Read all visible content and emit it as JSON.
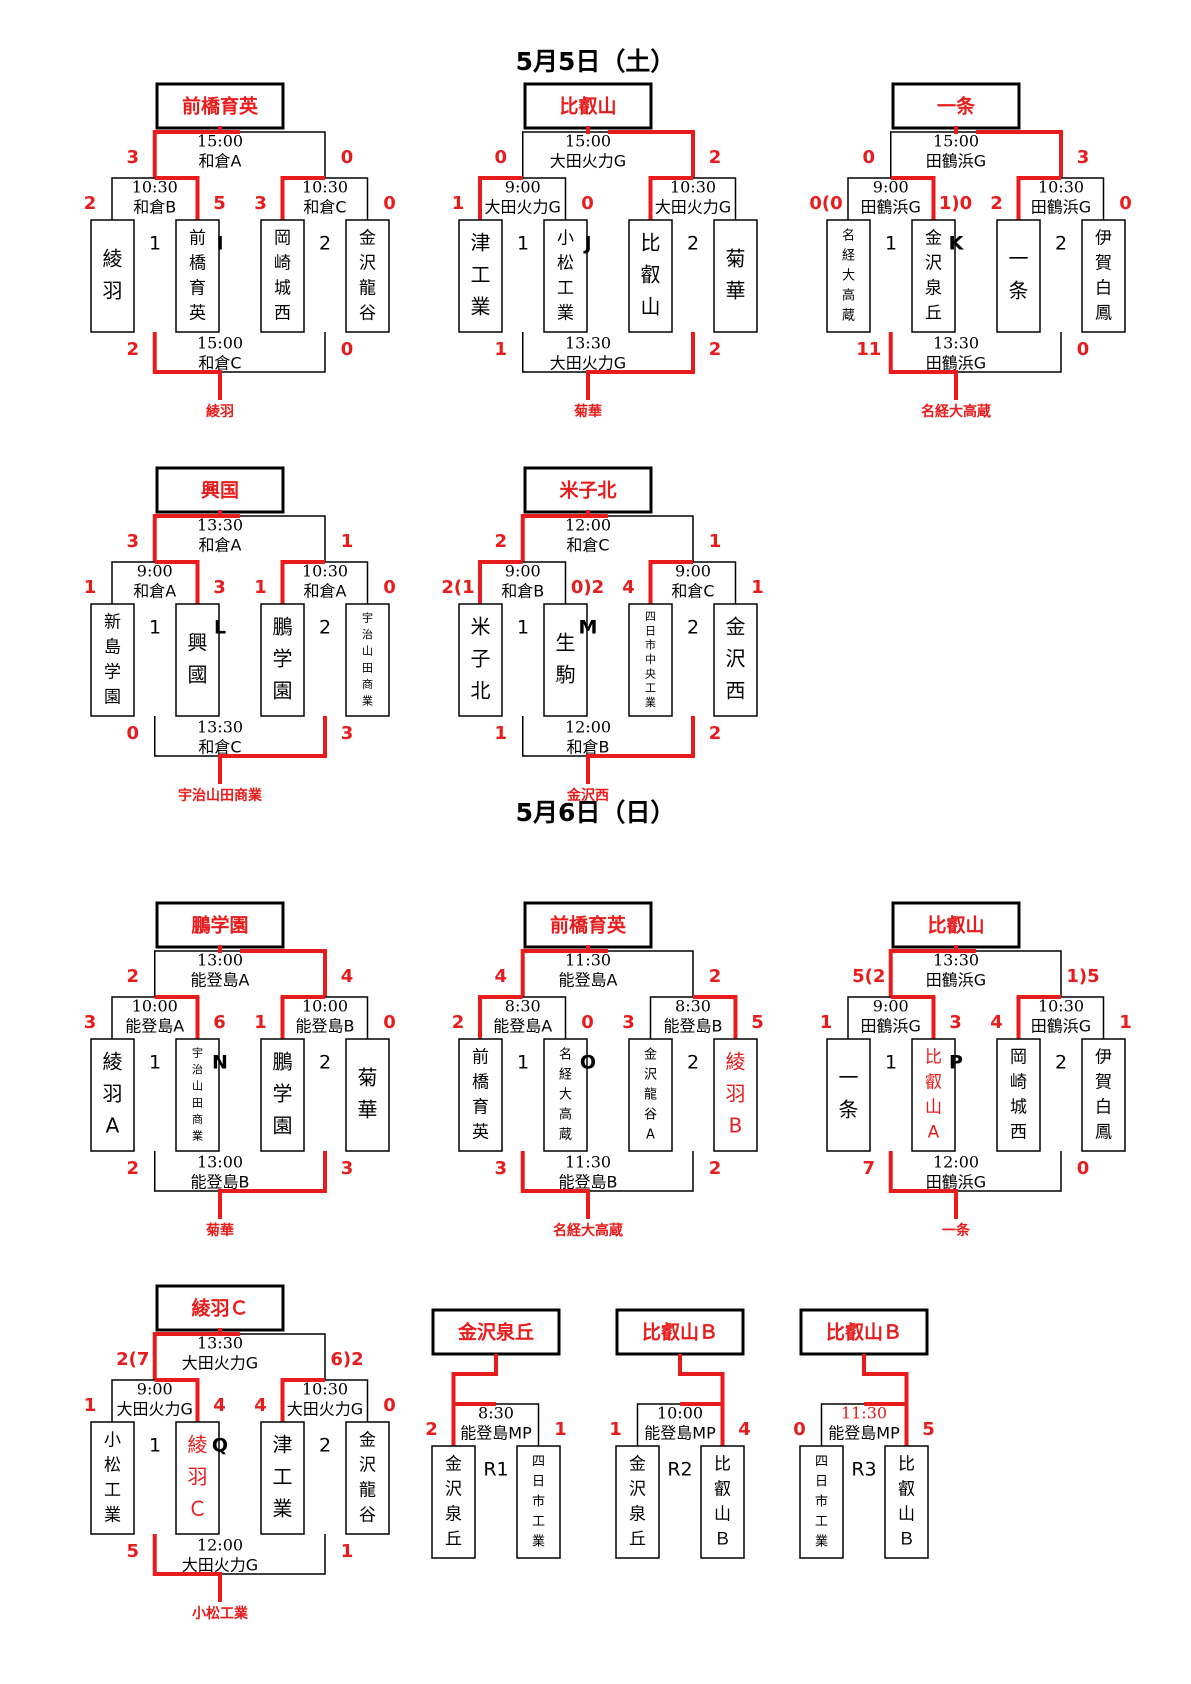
{
  "dates": [
    "5月5日（土）",
    "5月6日（日）"
  ],
  "colors": {
    "accent": "#e81c1c",
    "line": "#000000",
    "text": "#000000"
  },
  "blocks": [
    {
      "winner": "前橋育英",
      "letter": "I",
      "final": {
        "time": "15:00",
        "venue": "和倉A",
        "scoreL": "3",
        "scoreR": "0",
        "hl": "L"
      },
      "left": {
        "time": "10:30",
        "venue": "和倉B",
        "scoreL": "2",
        "scoreR": "5",
        "hl": "R",
        "teams": [
          "綾羽",
          "前橋育英"
        ],
        "num": "1"
      },
      "right": {
        "time": "10:30",
        "venue": "和倉C",
        "scoreL": "3",
        "scoreR": "0",
        "hl": "L",
        "teams": [
          "岡崎城西",
          "金沢龍谷"
        ],
        "num": "2"
      },
      "third": {
        "time": "15:00",
        "venue": "和倉C",
        "scoreL": "2",
        "scoreR": "0",
        "hl": "L",
        "winner": "綾羽"
      }
    },
    {
      "winner": "比叡山",
      "letter": "J",
      "final": {
        "time": "15:00",
        "venue": "大田火力G",
        "scoreL": "0",
        "scoreR": "2",
        "hl": "R"
      },
      "left": {
        "time": "9:00",
        "venue": "大田火力G",
        "scoreL": "1",
        "scoreR": "0",
        "hl": "L",
        "teams": [
          "津工業",
          "小松工業"
        ],
        "num": "1"
      },
      "right": {
        "time": "10:30",
        "venue": "大田火力G",
        "scoreL": "",
        "scoreR": "",
        "hl": "L",
        "teams": [
          "比叡山",
          "菊華"
        ],
        "num": "2"
      },
      "third": {
        "time": "13:30",
        "venue": "大田火力G",
        "scoreL": "1",
        "scoreR": "2",
        "hl": "R",
        "winner": "菊華"
      }
    },
    {
      "winner": "一条",
      "letter": "K",
      "final": {
        "time": "15:00",
        "venue": "田鶴浜G",
        "scoreL": "0",
        "scoreR": "3",
        "hl": "R"
      },
      "left": {
        "time": "9:00",
        "venue": "田鶴浜G",
        "scoreL": "0(0",
        "scoreR": "1)0",
        "hl": "R",
        "teams": [
          "名経大高蔵",
          "金沢泉丘"
        ],
        "num": "1"
      },
      "right": {
        "time": "10:30",
        "venue": "田鶴浜G",
        "scoreL": "2",
        "scoreR": "0",
        "hl": "L",
        "teams": [
          "一条",
          "伊賀白鳳"
        ],
        "num": "2"
      },
      "third": {
        "time": "13:30",
        "venue": "田鶴浜G",
        "scoreL": "11",
        "scoreR": "0",
        "hl": "L",
        "winner": "名経大高蔵"
      }
    },
    {
      "winner": "興国",
      "letter": "L",
      "final": {
        "time": "13:30",
        "venue": "和倉A",
        "scoreL": "3",
        "scoreR": "1",
        "hl": "L"
      },
      "left": {
        "time": "9:00",
        "venue": "和倉A",
        "scoreL": "1",
        "scoreR": "3",
        "hl": "R",
        "teams": [
          "新島学園",
          "興國"
        ],
        "num": "1"
      },
      "right": {
        "time": "10:30",
        "venue": "和倉A",
        "scoreL": "1",
        "scoreR": "0",
        "hl": "L",
        "teams": [
          "鵬学園",
          "宇治山田商業"
        ],
        "num": "2"
      },
      "third": {
        "time": "13:30",
        "venue": "和倉C",
        "scoreL": "0",
        "scoreR": "3",
        "hl": "R",
        "winner": "宇治山田商業"
      }
    },
    {
      "winner": "米子北",
      "letter": "M",
      "final": {
        "time": "12:00",
        "venue": "和倉C",
        "scoreL": "2",
        "scoreR": "1",
        "hl": "L"
      },
      "left": {
        "time": "9:00",
        "venue": "和倉B",
        "scoreL": "2(1",
        "scoreR": "0)2",
        "hl": "L",
        "teams": [
          "米子北",
          "生駒"
        ],
        "num": "1"
      },
      "right": {
        "time": "9:00",
        "venue": "和倉C",
        "scoreL": "4",
        "scoreR": "1",
        "hl": "L",
        "teams": [
          "四日市中央工業",
          "金沢西"
        ],
        "num": "2"
      },
      "third": {
        "time": "12:00",
        "venue": "和倉B",
        "scoreL": "1",
        "scoreR": "2",
        "hl": "R",
        "winner": "金沢西"
      }
    },
    {
      "winner": "鵬学園",
      "letter": "N",
      "final": {
        "time": "13:00",
        "venue": "能登島A",
        "scoreL": "2",
        "scoreR": "4",
        "hl": "R"
      },
      "left": {
        "time": "10:00",
        "venue": "能登島A",
        "scoreL": "3",
        "scoreR": "6",
        "hl": "R",
        "teams": [
          "綾羽A",
          "宇治山田商業"
        ],
        "num": "1"
      },
      "right": {
        "time": "10:00",
        "venue": "能登島B",
        "scoreL": "1",
        "scoreR": "0",
        "hl": "L",
        "teams": [
          "鵬学園",
          "菊華"
        ],
        "num": "2"
      },
      "third": {
        "time": "13:00",
        "venue": "能登島B",
        "scoreL": "2",
        "scoreR": "3",
        "hl": "R",
        "winner": "菊華"
      }
    },
    {
      "winner": "前橋育英",
      "letter": "O",
      "final": {
        "time": "11:30",
        "venue": "能登島A",
        "scoreL": "4",
        "scoreR": "2",
        "hl": "L"
      },
      "left": {
        "time": "8:30",
        "venue": "能登島A",
        "scoreL": "2",
        "scoreR": "0",
        "hl": "L",
        "teams": [
          "前橋育英",
          "名経大高蔵"
        ],
        "num": "1"
      },
      "right": {
        "time": "8:30",
        "venue": "能登島B",
        "scoreL": "3",
        "scoreR": "5",
        "hl": "R",
        "teams": [
          "金沢龍谷A",
          "綾羽B"
        ],
        "num": "2"
      },
      "third": {
        "time": "11:30",
        "venue": "能登島B",
        "scoreL": "3",
        "scoreR": "2",
        "hl": "L",
        "winner": "名経大高蔵"
      }
    },
    {
      "winner": "比叡山",
      "letter": "P",
      "final": {
        "time": "13:30",
        "venue": "田鶴浜G",
        "scoreL": "5(2",
        "scoreR": "1)5",
        "hl": "L"
      },
      "left": {
        "time": "9:00",
        "venue": "田鶴浜G",
        "scoreL": "1",
        "scoreR": "3",
        "hl": "R",
        "teams": [
          "一条",
          "比叡山A"
        ],
        "num": "1"
      },
      "right": {
        "time": "10:30",
        "venue": "田鶴浜G",
        "scoreL": "4",
        "scoreR": "1",
        "hl": "L",
        "teams": [
          "岡崎城西",
          "伊賀白鳳"
        ],
        "num": "2"
      },
      "third": {
        "time": "12:00",
        "venue": "田鶴浜G",
        "scoreL": "7",
        "scoreR": "0",
        "hl": "L",
        "winner": "一条"
      }
    },
    {
      "winner": "綾羽Ｃ",
      "letter": "Q",
      "final": {
        "time": "13:30",
        "venue": "大田火力G",
        "scoreL": "2(7",
        "scoreR": "6)2",
        "hl": "L"
      },
      "left": {
        "time": "9:00",
        "venue": "大田火力G",
        "scoreL": "1",
        "scoreR": "4",
        "hl": "R",
        "teams": [
          "小松工業",
          "綾羽Ｃ"
        ],
        "num": "1"
      },
      "right": {
        "time": "10:30",
        "venue": "大田火力G",
        "scoreL": "4",
        "scoreR": "0",
        "hl": "L",
        "teams": [
          "津工業",
          "金沢龍谷"
        ],
        "num": "2"
      },
      "third": {
        "time": "12:00",
        "venue": "大田火力G",
        "scoreL": "5",
        "scoreR": "1",
        "hl": "L",
        "winner": "小松工業"
      }
    }
  ],
  "singles": [
    {
      "winner": "金沢泉丘",
      "label": "R1",
      "time": "8:30",
      "venue": "能登島MP",
      "scoreL": "2",
      "scoreR": "1",
      "hl": "L",
      "teams": [
        "金沢泉丘",
        "四日市工業"
      ]
    },
    {
      "winner": "比叡山Ｂ",
      "label": "R2",
      "time": "10:00",
      "venue": "能登島MP",
      "scoreL": "1",
      "scoreR": "4",
      "hl": "R",
      "teams": [
        "金沢泉丘",
        "比叡山Ｂ"
      ]
    },
    {
      "winner": "比叡山Ｂ",
      "label": "R3",
      "time": "11:30",
      "venue": "能登島MP",
      "scoreL": "0",
      "scoreR": "5",
      "hl": "R",
      "teams": [
        "四日市工業",
        "比叡山Ｂ"
      ]
    }
  ]
}
